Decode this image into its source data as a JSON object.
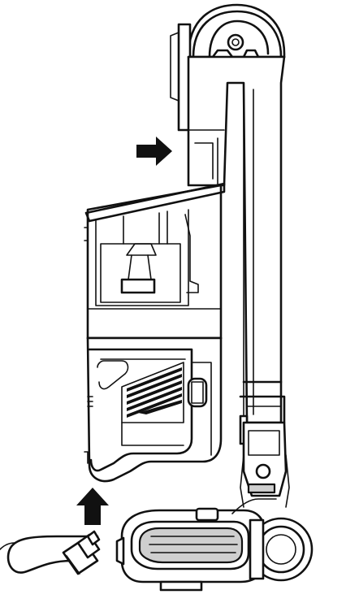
{
  "figure": {
    "description_role": "device-illustration",
    "background": "#ffffff",
    "line_color": "#111111",
    "accent_fill": "#cfcfcf",
    "callouts": [
      {
        "name": "right-arrow-icon",
        "direction": "right"
      },
      {
        "name": "up-arrow-icon",
        "direction": "up"
      }
    ],
    "parts": [
      "handle",
      "wand-tube",
      "dust-cup",
      "battery-pack",
      "motor-vents",
      "floor-head",
      "front-roller",
      "charging-cable",
      "charging-plug"
    ]
  }
}
